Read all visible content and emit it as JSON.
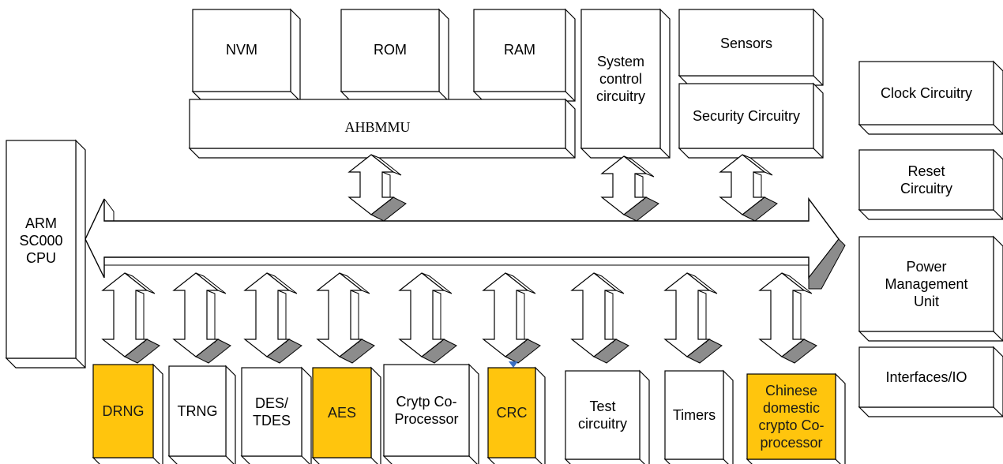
{
  "colors": {
    "box_fill": "#ffffff",
    "box_stroke": "#000000",
    "highlight_fill": "#ffc50d",
    "arrow_shadow": "#8c8c8c",
    "marker": "#3a6fc4"
  },
  "cpu": {
    "label": "ARM\nSC000\nCPU"
  },
  "bus": {
    "label": "AHBMMU"
  },
  "memory": {
    "nvm": "NVM",
    "rom": "ROM",
    "ram": "RAM"
  },
  "system_control": {
    "label": "System\ncontrol\ncircuitry"
  },
  "sensors": {
    "label": "Sensors"
  },
  "security": {
    "label": "Security Circuitry"
  },
  "right_column": {
    "clock": "Clock Circuitry",
    "reset": "Reset\nCircuitry",
    "power": "Power\nManagement\nUnit",
    "interfaces": "Interfaces/IO"
  },
  "peripherals": {
    "drng": "DRNG",
    "trng": "TRNG",
    "des": "DES/\nTDES",
    "aes": "AES",
    "crypto": "Crytp Co-\nProcessor",
    "crc": "CRC",
    "test": "Test\ncircuitry",
    "timers": "Timers",
    "chinese": "Chinese\ndomestic\ncrypto Co-\nprocessor"
  }
}
